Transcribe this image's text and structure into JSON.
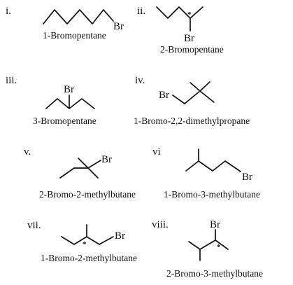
{
  "structures": [
    {
      "numeral": "i.",
      "name": "1-Bromopentane",
      "atoms": [
        "Br"
      ]
    },
    {
      "numeral": "ii.",
      "name": "2-Bromopentane",
      "atoms": [
        "Br"
      ],
      "chiral_mark": "*"
    },
    {
      "numeral": "iii.",
      "name": "3-Bromopentane",
      "atoms": [
        "Br"
      ]
    },
    {
      "numeral": "iv.",
      "name": "1-Bromo-2,2-dimethylpropane",
      "atoms": [
        "Br"
      ]
    },
    {
      "numeral": "v.",
      "name": "2-Bromo-2-methylbutane",
      "atoms": [
        "Br"
      ]
    },
    {
      "numeral": "vi",
      "name": "1-Bromo-3-methylbutane",
      "atoms": [
        "Br"
      ]
    },
    {
      "numeral": "vii.",
      "name": "1-Bromo-2-methylbutane",
      "atoms": [
        "Br"
      ],
      "chiral_mark": "*"
    },
    {
      "numeral": "viii.",
      "name": "2-Bromo-3-methylbutane",
      "atoms": [
        "Br"
      ],
      "chiral_mark": "*"
    }
  ]
}
